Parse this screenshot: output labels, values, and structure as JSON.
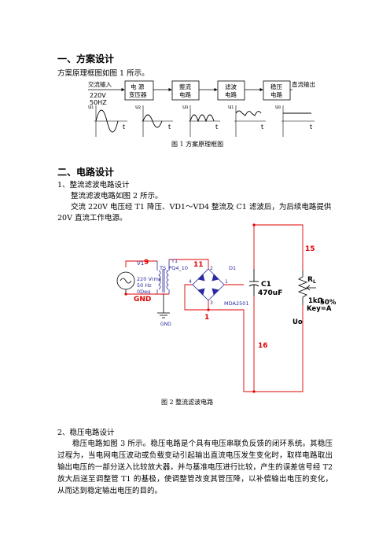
{
  "section1": {
    "heading": "一、方案设计",
    "intro": "方案原理框图如图 1 所示。",
    "figure": {
      "ac_input": "交流输入",
      "voltage": "220V",
      "freq": "50HZ",
      "blocks": [
        {
          "line1": "电 源",
          "line2": "变压器"
        },
        {
          "line1": "整流",
          "line2": "电路"
        },
        {
          "line1": "滤波",
          "line2": "电路"
        },
        {
          "line1": "稳压",
          "line2": "电路"
        }
      ],
      "dc_output": "直流输出",
      "wave_labels": [
        "u₁",
        "u₂",
        "u₃",
        "u₁",
        "u₀"
      ],
      "t_label": "t",
      "caption": "图 1  方案原理框图"
    }
  },
  "section2": {
    "heading": "二、电路设计",
    "sub1_title": "1、整流滤波电路设计",
    "sub1_line1": "整流滤波电路如图 2 所示。",
    "sub1_line2": "交流 220V 电压经 T1 降压、VD1～VD4 整流及 C1 滤波后，为后续电路提供",
    "sub1_line3": "20V 直流工作电源。",
    "circuit": {
      "v1": "V1",
      "node9": "9",
      "src_v": "220 Vrms",
      "src_f": "50 Hz",
      "src_p": "0Deg",
      "gnd_red": "GND",
      "gnd_sym": "GND",
      "t1": "T1",
      "t1_model": "TS_PQ4_10",
      "node11": "11",
      "d1": "D1",
      "bridge_model": "MDA2501",
      "pin2": "2",
      "pin1": "1",
      "pin3": "3",
      "pin4": "4",
      "node1": "1",
      "c1": "C1",
      "c1_val": "470uF",
      "node15": "15",
      "node16": "16",
      "rl": "R",
      "rl_sub": "L",
      "rl_val": "1kΩ",
      "rl_key": "Key=A",
      "pct": "50%",
      "uo": "Uo"
    },
    "caption2": "图 2  整流滤波电路",
    "sub2_title": "2、稳压电路设计",
    "sub2_para": "稳压电路如图 3 所示。稳压电路是个具有电压串联负反馈的闭环系统。其稳压过程为，当电网电压波动或负载变动引起输出直流电压发生变化时，取样电路取出输出电压的一部分送入比较放大器，并与基准电压进行比较，产生的误差信号经 T2 放大后送至调整管 T1 的基极，使调整管改变其管压降，以补偿输出电压的变化，从而达到稳定输出电压的目的。"
  }
}
